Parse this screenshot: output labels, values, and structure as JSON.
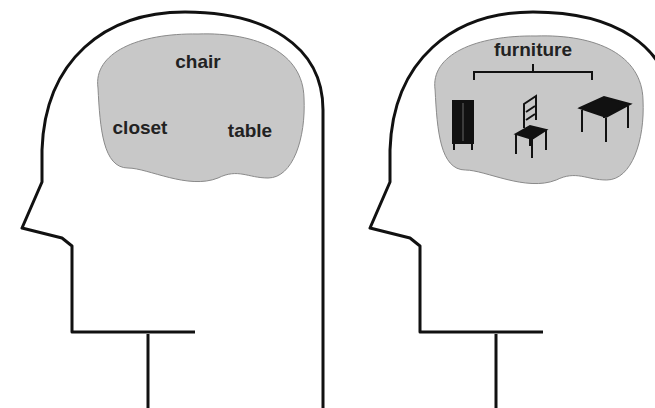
{
  "diagram": {
    "nodes": [
      {
        "text": [
          "chair",
          "closet",
          "table"
        ]
      },
      {
        "text": [
          "furniture"
        ]
      }
    ]
  }
}
